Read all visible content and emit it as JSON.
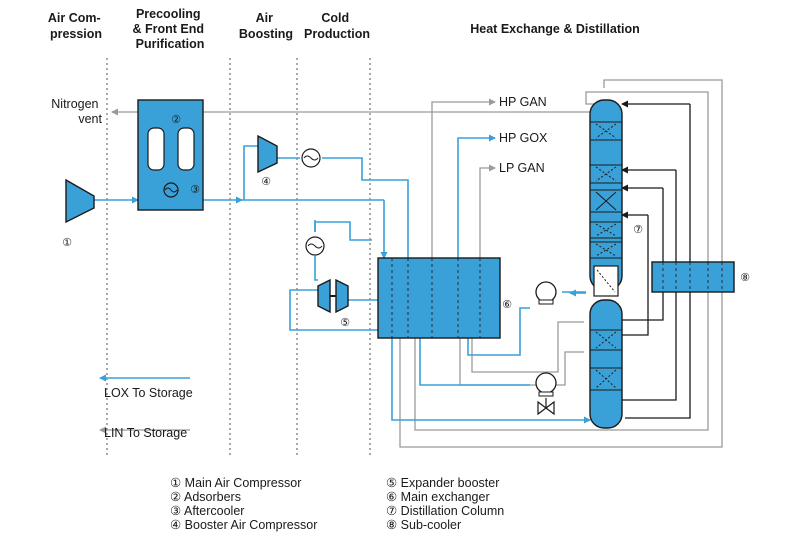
{
  "section_headers": {
    "air_compression": [
      "Air Com-",
      "pression"
    ],
    "precooling": [
      "Precooling",
      "& Front End",
      "Purification"
    ],
    "air_boosting": [
      "Air",
      "Boosting"
    ],
    "cold_production": [
      "Cold",
      "Production"
    ],
    "heat_exchange": "Heat Exchange & Distillation"
  },
  "stream_labels": {
    "nitrogen_vent": [
      "Nitrogen",
      "vent"
    ],
    "hp_gan": "HP GAN",
    "hp_gox": "HP GOX",
    "lp_gan": "LP GAN"
  },
  "equipment_numbers": {
    "main_air_compressor": "①",
    "adsorbers": "②",
    "aftercooler": "③",
    "booster": "④",
    "expander": "⑤",
    "main_exchanger": "⑥",
    "column": "⑦",
    "subcooler": "⑧"
  },
  "legend": {
    "lox": "LOX To Storage",
    "lin": "LIN To Storage"
  },
  "key": {
    "left": [
      "① Main Air Compressor",
      "② Adsorbers",
      "③ Aftercooler",
      "④ Booster Air Compressor"
    ],
    "right": [
      "⑤ Expander booster",
      "⑥ Main exchanger",
      "⑦ Distillation Column",
      "⑧ Sub-cooler"
    ]
  },
  "colors": {
    "liquid_oxygen_blue": "#3aa1d8",
    "nitrogen_gray": "#9a9a9a",
    "outline_black": "#1a1a1a"
  }
}
